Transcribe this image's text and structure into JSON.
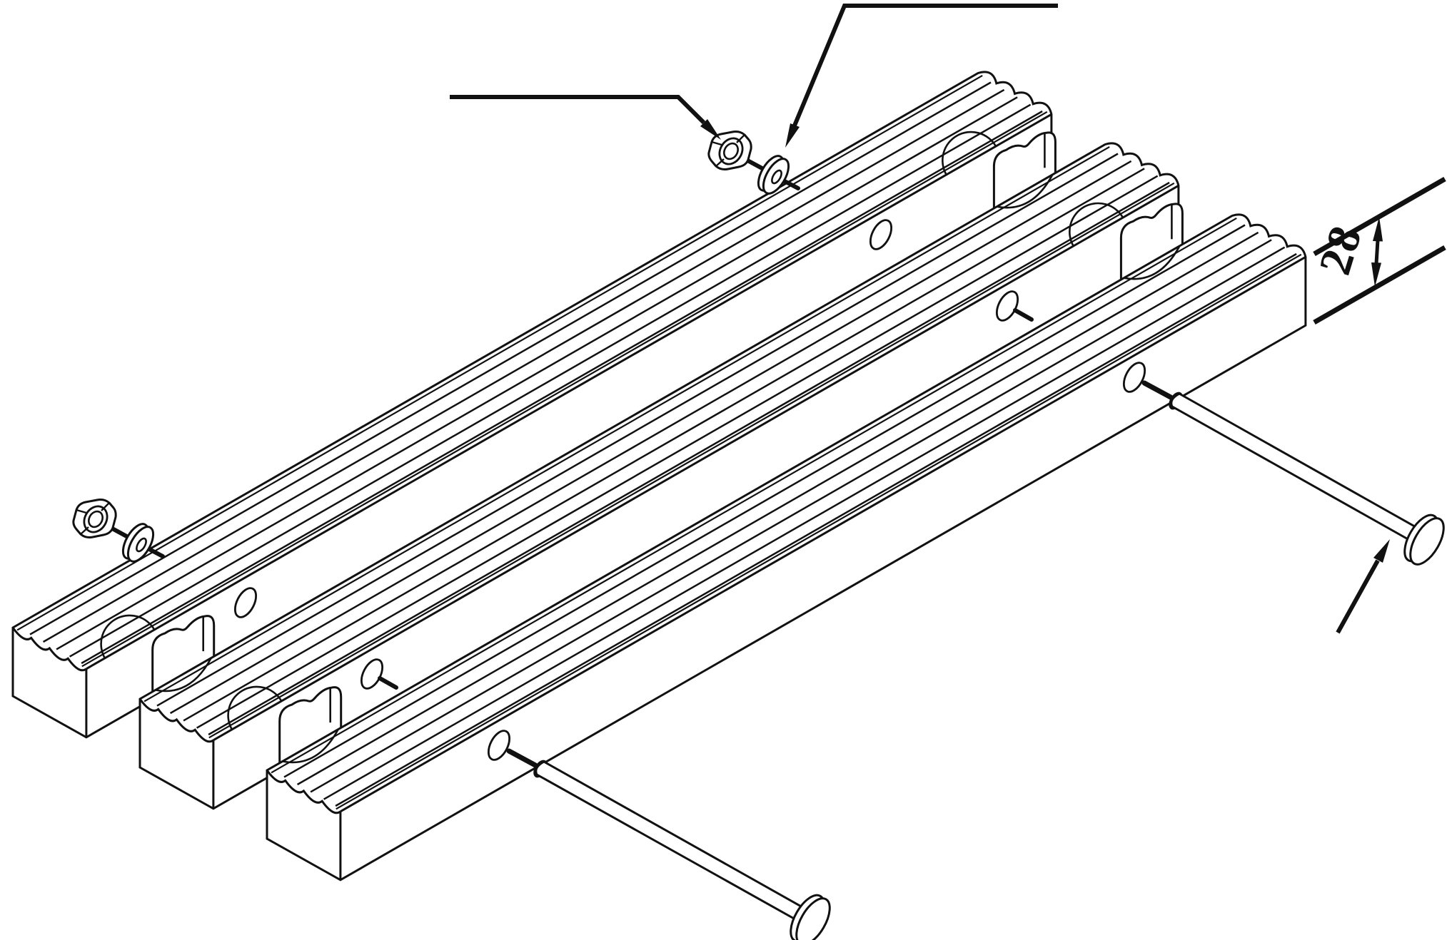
{
  "figure": {
    "kind": "exploded-isometric-assembly-drawing",
    "background_color": "#ffffff",
    "line_color": "#111111",
    "dimension": {
      "label": "28"
    },
    "parts": [
      "fluted-plank-rear",
      "fluted-plank-middle",
      "fluted-plank-front",
      "hex-nut-upper",
      "flat-washer-upper",
      "hex-nut-lower",
      "flat-washer-lower",
      "carriage-bolt-upper",
      "carriage-bolt-lower",
      "leader-line-nut",
      "leader-line-washer",
      "leader-line-bolt",
      "thickness-dimension"
    ]
  }
}
